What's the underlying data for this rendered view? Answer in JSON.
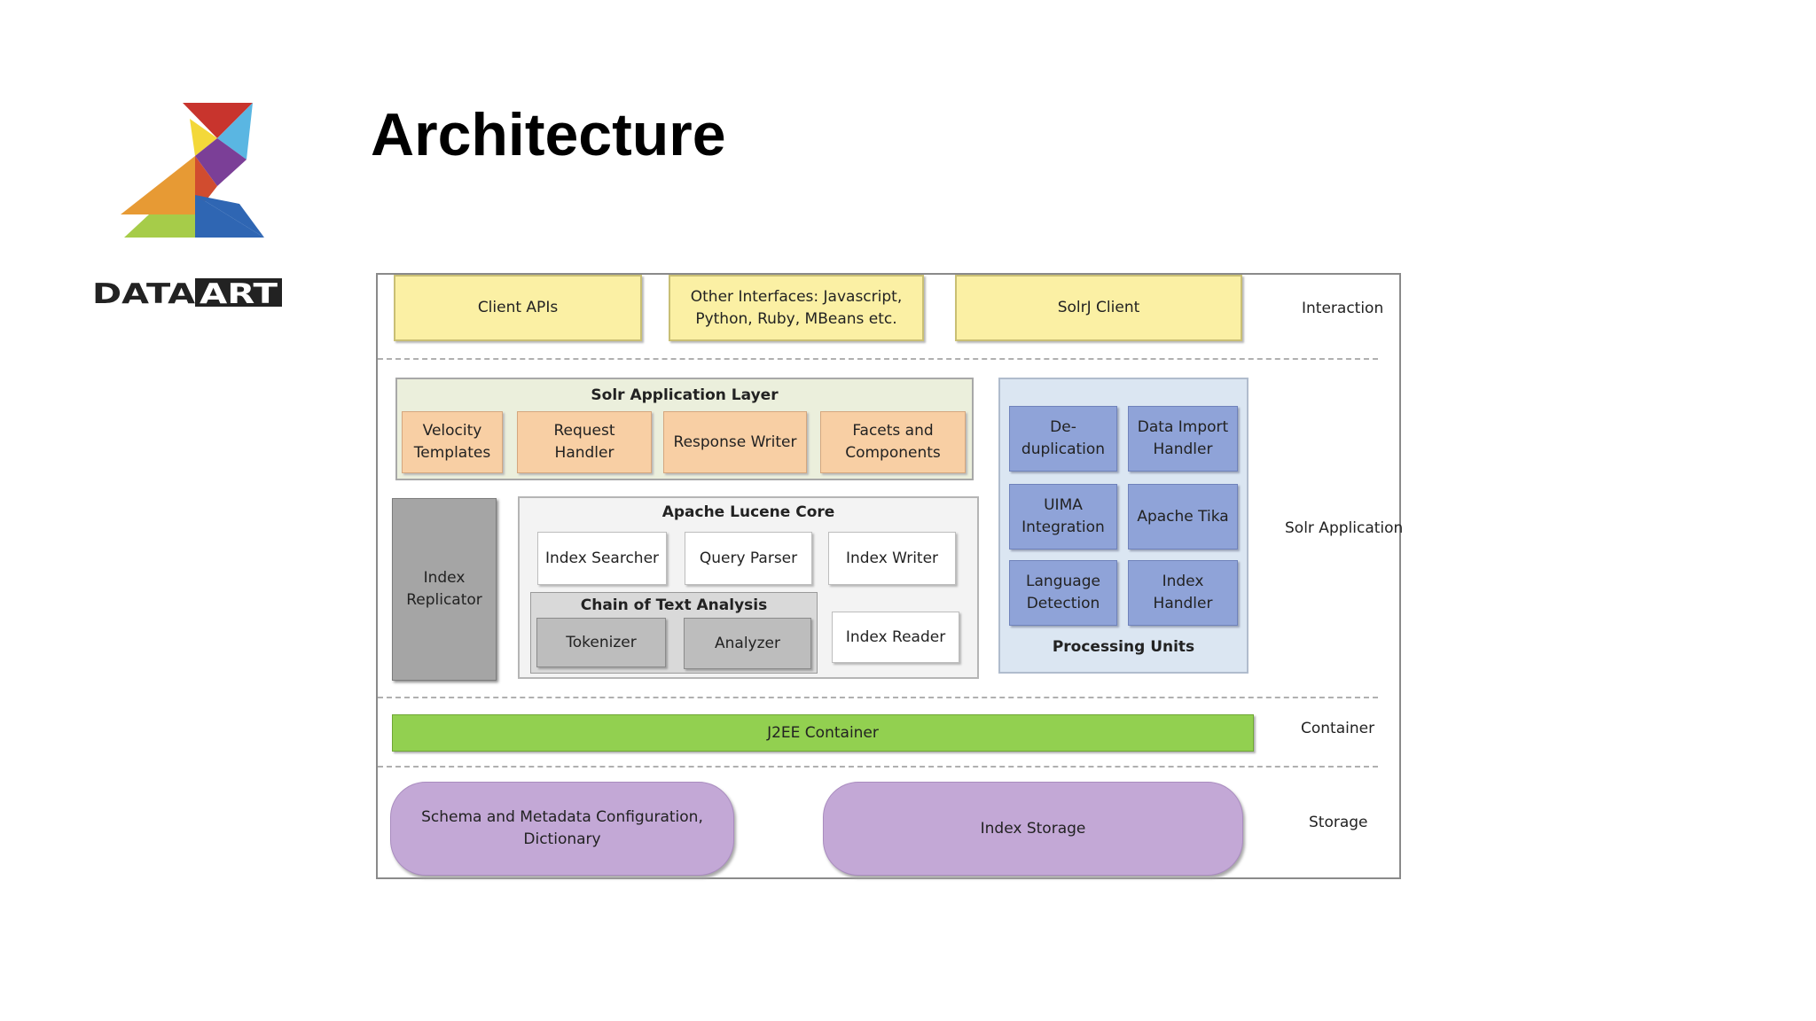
{
  "slide": {
    "title": "Architecture",
    "logo_text": "DATAART"
  },
  "diagram": {
    "interaction": {
      "label": "Interaction",
      "boxes": [
        "Client APIs",
        "Other Interfaces: Javascript,\nPython, Ruby, MBeans etc.",
        "SolrJ Client"
      ]
    },
    "application": {
      "label": "Solr Application",
      "app_layer": {
        "title": "Solr Application Layer",
        "boxes": [
          "Velocity\nTemplates",
          "Request\nHandler",
          "Response Writer",
          "Facets and\nComponents"
        ]
      },
      "index_replicator": "Index\nReplicator",
      "lucene_core": {
        "title": "Apache Lucene Core",
        "index_searcher": "Index Searcher",
        "query_parser": "Query Parser",
        "index_writer": "Index Writer",
        "index_reader": "Index Reader",
        "chain": {
          "title": "Chain of Text Analysis",
          "tokenizer": "Tokenizer",
          "analyzer": "Analyzer"
        }
      },
      "processing_units": {
        "title": "Processing Units",
        "boxes": [
          "De-\nduplication",
          "Data Import\nHandler",
          "UIMA\nIntegration",
          "Apache Tika",
          "Language\nDetection",
          "Index\nHandler"
        ]
      }
    },
    "container": {
      "label": "Container",
      "bar": "J2EE Container"
    },
    "storage": {
      "label": "Storage",
      "boxes": [
        "Schema and Metadata Configuration, Dictionary",
        "Index Storage"
      ]
    }
  }
}
